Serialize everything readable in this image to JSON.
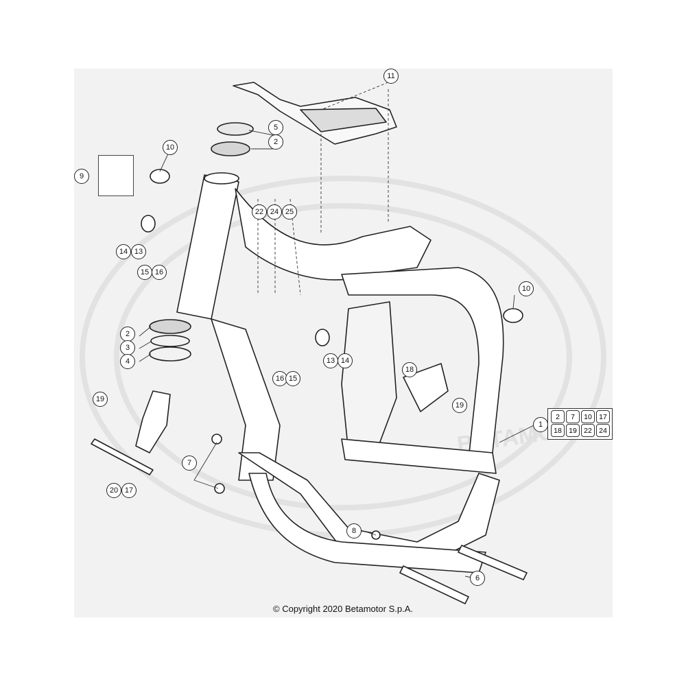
{
  "diagram": {
    "callouts": {
      "c1": "1",
      "c2a": "2",
      "c2b": "2",
      "c3": "3",
      "c4": "4",
      "c5": "5",
      "c6": "6",
      "c7": "7",
      "c8": "8",
      "c9": "9",
      "c10a": "10",
      "c10b": "10",
      "c11": "11",
      "c13a": "13",
      "c13b": "13",
      "c14a": "14",
      "c14b": "14",
      "c15a": "15",
      "c15b": "15",
      "c16a": "16",
      "c16b": "16",
      "c17": "17",
      "c18": "18",
      "c19a": "19",
      "c19b": "19",
      "c20": "20",
      "c22": "22",
      "c24": "24",
      "c25": "25"
    },
    "kit_contents": [
      "2",
      "7",
      "10",
      "17",
      "18",
      "19",
      "22",
      "24"
    ],
    "watermark": "BETAMOTO.IT"
  },
  "footer": {
    "copyright": "© Copyright 2020 Betamotor S.p.A."
  }
}
